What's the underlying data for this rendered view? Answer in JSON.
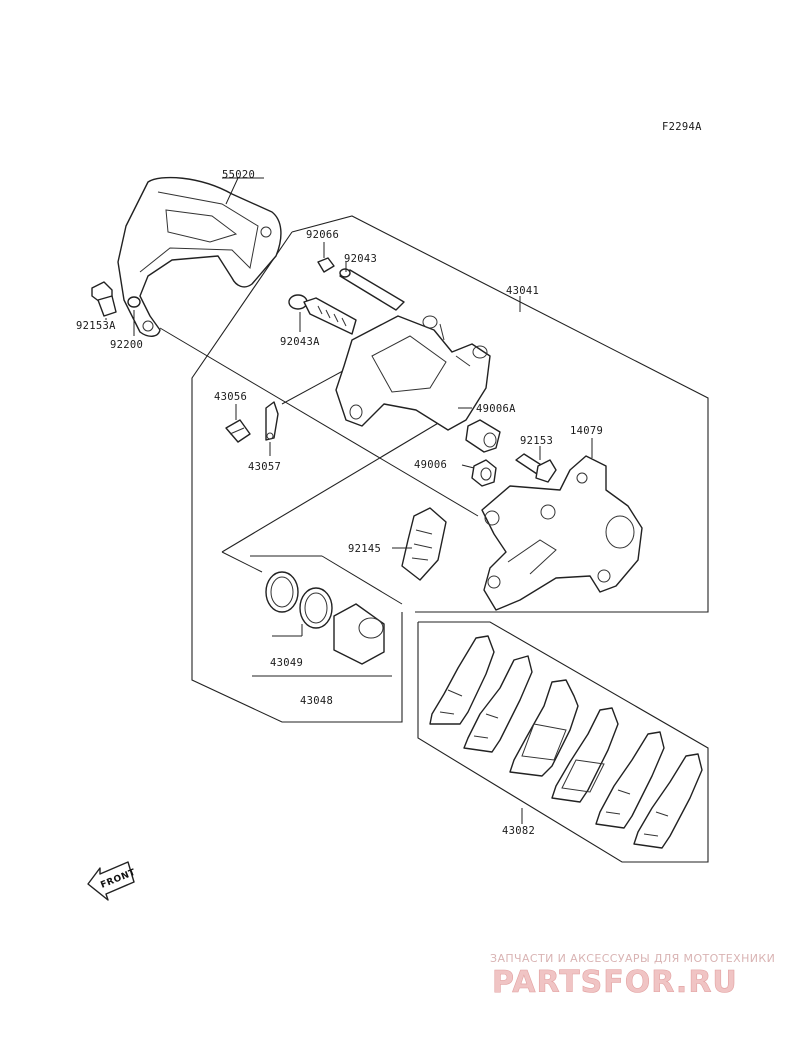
{
  "figure_code": "F2294A",
  "parts": {
    "p55020": "55020",
    "p92066": "92066",
    "p92043": "92043",
    "p43041": "43041",
    "p92153A": "92153A",
    "p92200": "92200",
    "p92043A": "92043A",
    "p43056": "43056",
    "p49006A": "49006A",
    "p14079": "14079",
    "p92153": "92153",
    "p49006": "49006",
    "p43057": "43057",
    "p92145": "92145",
    "p43049": "43049",
    "p43048": "43048",
    "p43082": "43082"
  },
  "front_label": "FRONT",
  "watermark": {
    "subtitle": "ЗАПЧАСТИ И АКСЕССУАРЫ ДЛЯ МОТОТЕХНИКИ",
    "brand": "PARTSFOR.RU"
  }
}
